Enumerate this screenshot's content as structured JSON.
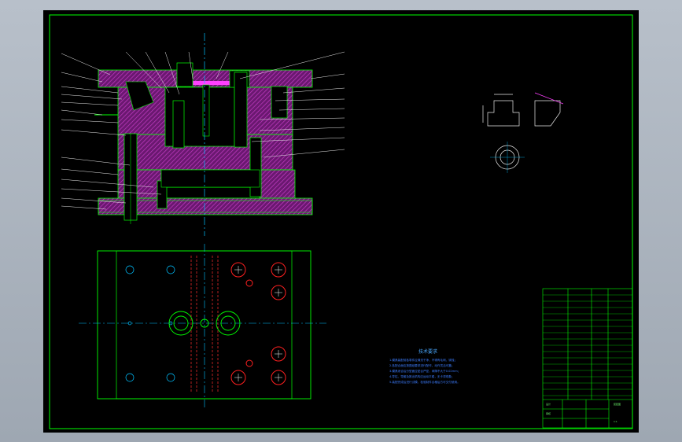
{
  "notes": {
    "title": "技术要求",
    "lines": [
      "1.模具装配前各零件应清洗干净，不得有毛刺、锈蚀；",
      "2.各配合面应按图纸要求进行配作，动作灵活可靠；",
      "3.模具闭合后分型面应贴合严密，间隙不大于0.02mm；",
      "4.导柱、导套及推出机构应运动平稳，无卡滞现象；",
      "5.装配完成后进行试模，检验制件合格后方可交付使用。"
    ]
  },
  "title_block": {
    "designer": "设计",
    "checker": "审核",
    "scale": "1:1",
    "drawing": "装配图"
  },
  "colors": {
    "frame": "#00ff00",
    "hatch": "#c020c0",
    "center": "#00c0ff",
    "red": "#ff2020",
    "magenta": "#ff40ff"
  }
}
